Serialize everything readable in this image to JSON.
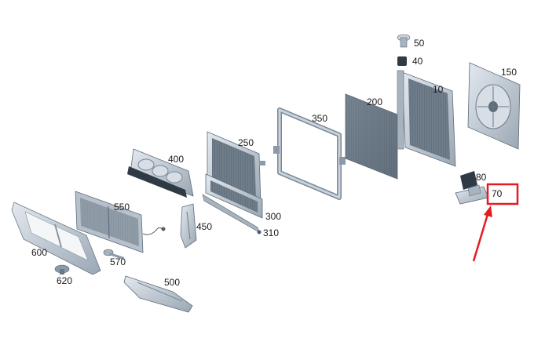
{
  "diagram": {
    "callouts": {
      "p10": "10",
      "p40": "40",
      "p50": "50",
      "p70": "70",
      "p80": "80",
      "p150": "150",
      "p200": "200",
      "p250": "250",
      "p300": "300",
      "p310": "310",
      "p350": "350",
      "p400": "400",
      "p450": "450",
      "p500": "500",
      "p550": "550",
      "p570": "570",
      "p600": "600",
      "p620": "620"
    },
    "highlight": {
      "target": "70",
      "color": "#e31b23"
    },
    "colors": {
      "part_light": "#c9d3dd",
      "part_mid": "#8c9aa8",
      "part_dark": "#4f5d6b",
      "core": "#6b7886"
    }
  }
}
